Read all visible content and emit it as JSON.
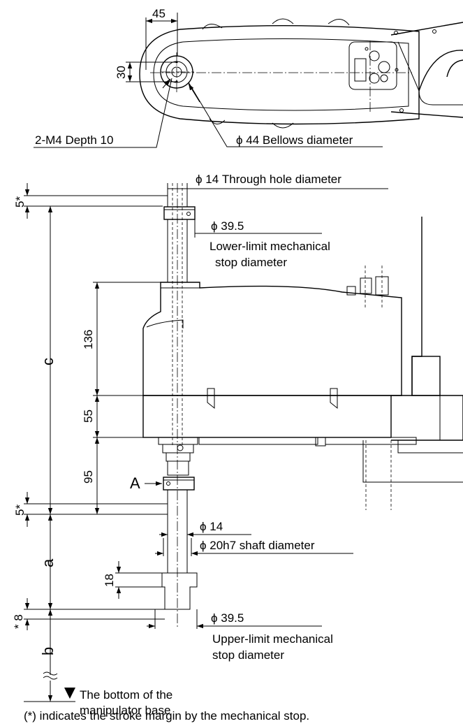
{
  "top_view": {
    "dim_width": "45",
    "dim_height": "30",
    "label_bolt": "2-M4 Depth 10",
    "label_bellows": "ϕ 44 Bellows diameter"
  },
  "side_view": {
    "label_through_hole": "ϕ 14 Through hole diameter",
    "label_lower_stop_dia": "ϕ 39.5",
    "label_lower_stop_line1": "Lower-limit mechanical",
    "label_lower_stop_line2": "stop diameter",
    "dim_136": "136",
    "dim_55": "55",
    "dim_95": "95",
    "dim_c": "c",
    "dim_5_top": "5*",
    "dim_5_mid": "5*",
    "label_A": "A",
    "label_shaft_14": "ϕ 14",
    "label_shaft_20": "ϕ 20h7 shaft diameter",
    "dim_a": "a",
    "dim_18": "18",
    "dim_8": "* 8",
    "dim_b": "b",
    "label_upper_stop_dia": "ϕ 39.5",
    "label_upper_stop_line1": "Upper-limit mechanical",
    "label_upper_stop_line2": "stop diameter",
    "label_bottom_line1": "The bottom of the",
    "label_bottom_line2": "manipulator base"
  },
  "footnote": "(*) indicates the stroke margin by the mechanical stop."
}
